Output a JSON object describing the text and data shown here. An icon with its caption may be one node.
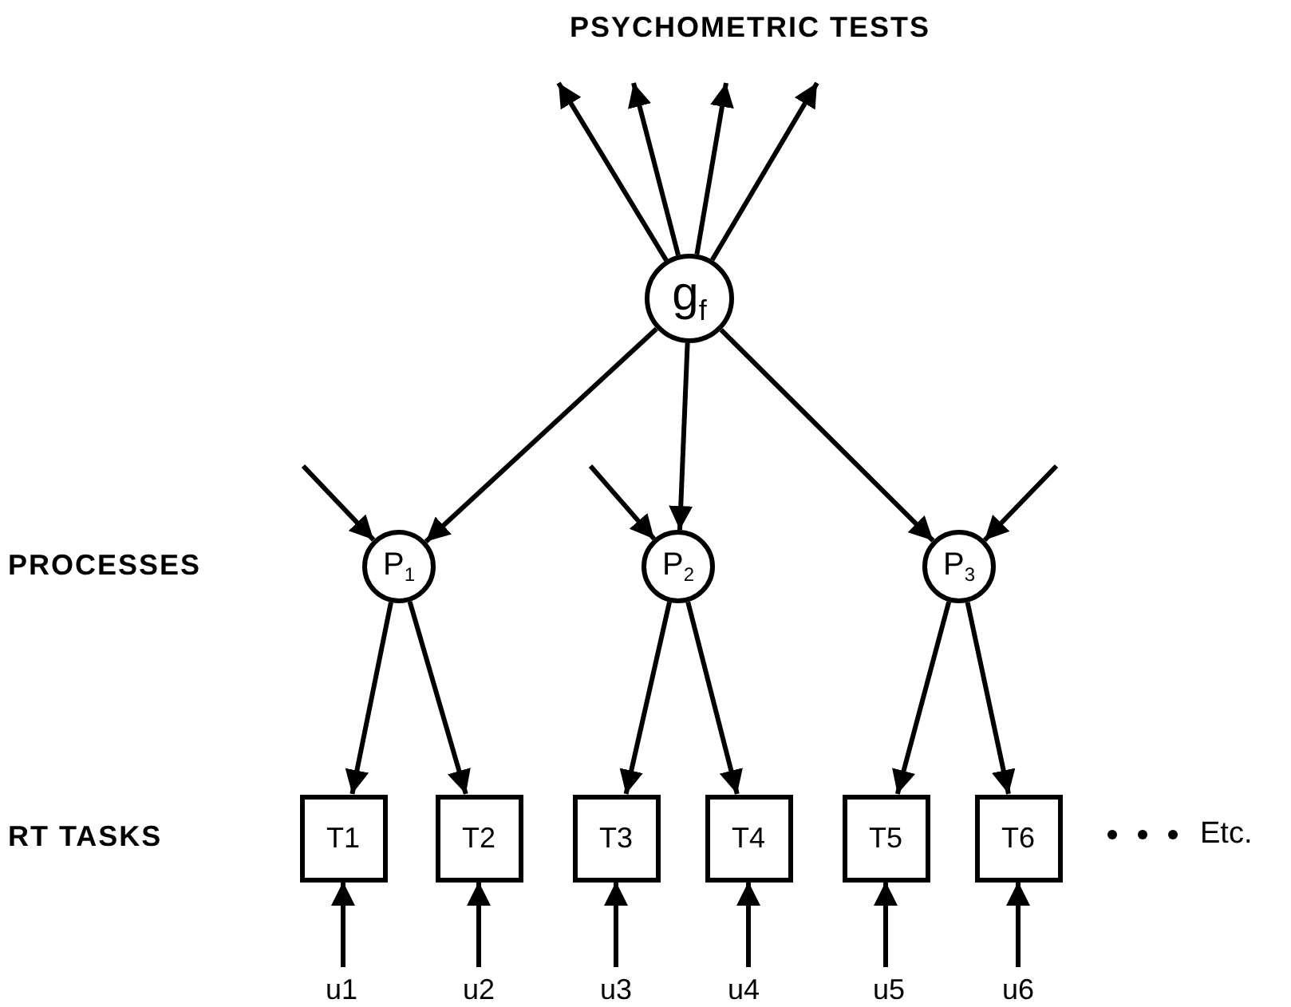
{
  "diagram": {
    "nodes": [
      {
        "text": [
          "g$_{f}$"
        ]
      },
      {
        "text": [
          "P$_{1}$"
        ]
      },
      {
        "text": [
          "P$_{2}$"
        ]
      },
      {
        "text": [
          "P$_{3}$"
        ]
      },
      {
        "text": [
          "T1"
        ]
      },
      {
        "text": [
          "T2"
        ]
      },
      {
        "text": [
          "T3"
        ]
      },
      {
        "text": [
          "T4"
        ]
      },
      {
        "text": [
          "T5"
        ]
      },
      {
        "text": [
          "T6"
        ]
      },
      {
        "text": [
          "u1"
        ]
      },
      {
        "text": [
          "u2"
        ]
      },
      {
        "text": [
          "u3"
        ]
      },
      {
        "text": [
          "u4"
        ]
      },
      {
        "text": [
          "u5"
        ]
      },
      {
        "text": [
          "u6"
        ]
      }
    ],
    "edges": [
      {
        "from": 0,
        "to": null,
        "arrow": "to"
      },
      {
        "from": 0,
        "to": null,
        "arrow": "to"
      },
      {
        "from": 0,
        "to": null,
        "arrow": "to"
      },
      {
        "from": 0,
        "to": null,
        "arrow": "to"
      },
      {
        "from": 0,
        "to": 1,
        "arrow": "to"
      },
      {
        "from": 0,
        "to": 2,
        "arrow": "to"
      },
      {
        "from": 0,
        "to": 3,
        "arrow": "to"
      },
      {
        "from": null,
        "to": 1,
        "arrow": "to"
      },
      {
        "from": null,
        "to": 2,
        "arrow": "to"
      },
      {
        "from": null,
        "to": 3,
        "arrow": "to"
      },
      {
        "from": 1,
        "to": 4,
        "arrow": "to"
      },
      {
        "from": 1,
        "to": 5,
        "arrow": "to"
      },
      {
        "from": 2,
        "to": 6,
        "arrow": "to"
      },
      {
        "from": 2,
        "to": 7,
        "arrow": "to"
      },
      {
        "from": 3,
        "to": 8,
        "arrow": "to"
      },
      {
        "from": 3,
        "to": 9,
        "arrow": "to"
      },
      {
        "from": 10,
        "to": 4,
        "arrow": "to"
      },
      {
        "from": 11,
        "to": 5,
        "arrow": "to"
      },
      {
        "from": 12,
        "to": 6,
        "arrow": "to"
      },
      {
        "from": 13,
        "to": 7,
        "arrow": "to"
      },
      {
        "from": 14,
        "to": 8,
        "arrow": "to"
      },
      {
        "from": 15,
        "to": 9,
        "arrow": "to"
      }
    ],
    "labels": [
      "PSYCHOMETRIC TESTS",
      "PROCESSES",
      "RT TASKS",
      "Etc."
    ]
  }
}
